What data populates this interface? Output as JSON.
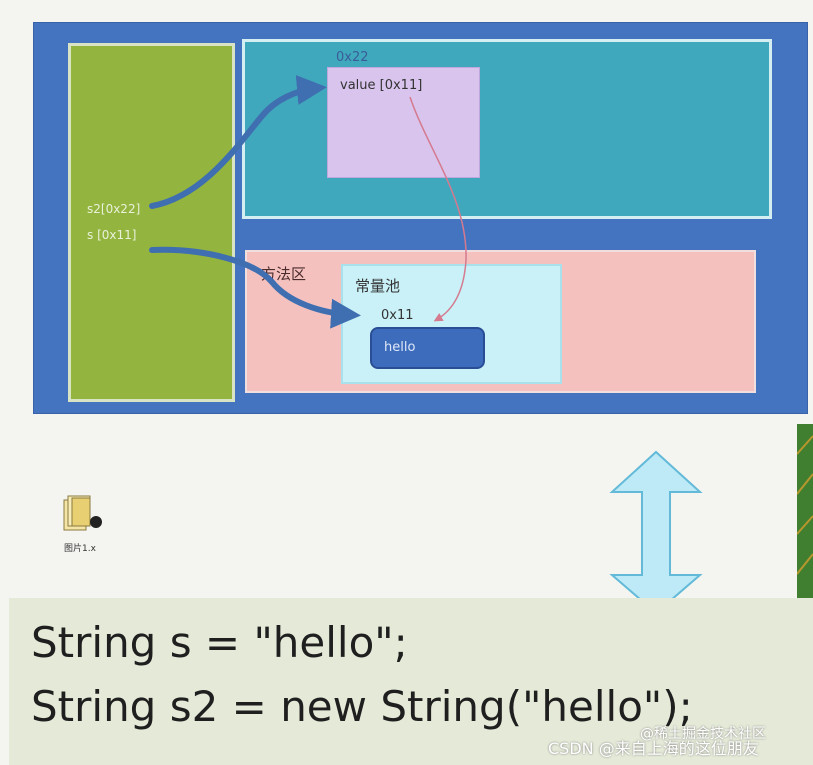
{
  "diagram": {
    "stack": {
      "ref_s2": "s2[0x22]",
      "ref_s": "s [0x11]"
    },
    "heap": {
      "object_address": "0x22",
      "object_field": "value [0x11]"
    },
    "method_area": {
      "label": "方法区",
      "constant_pool": {
        "label": "常量池",
        "address": "0x11",
        "literal": "hello"
      }
    }
  },
  "desktop_icon": {
    "name": "file-icon",
    "label": "图片1.x"
  },
  "code": {
    "line1": "String s = \"hello\";",
    "line2": "String s2 = new String(\"hello\");"
  },
  "watermark": {
    "line1": "@稀土掘金技术社区",
    "line2": "CSDN @来自上海的这位朋友"
  },
  "colors": {
    "frame": "#4473c0",
    "stack": "#93b43f",
    "heap": "#40a8bc",
    "method_area": "#f4c1bf",
    "object": "#d8c4ec",
    "constant_pool": "#c9f1f7",
    "hello": "#3e6cbc",
    "double_arrow": "#bdeaf6"
  }
}
